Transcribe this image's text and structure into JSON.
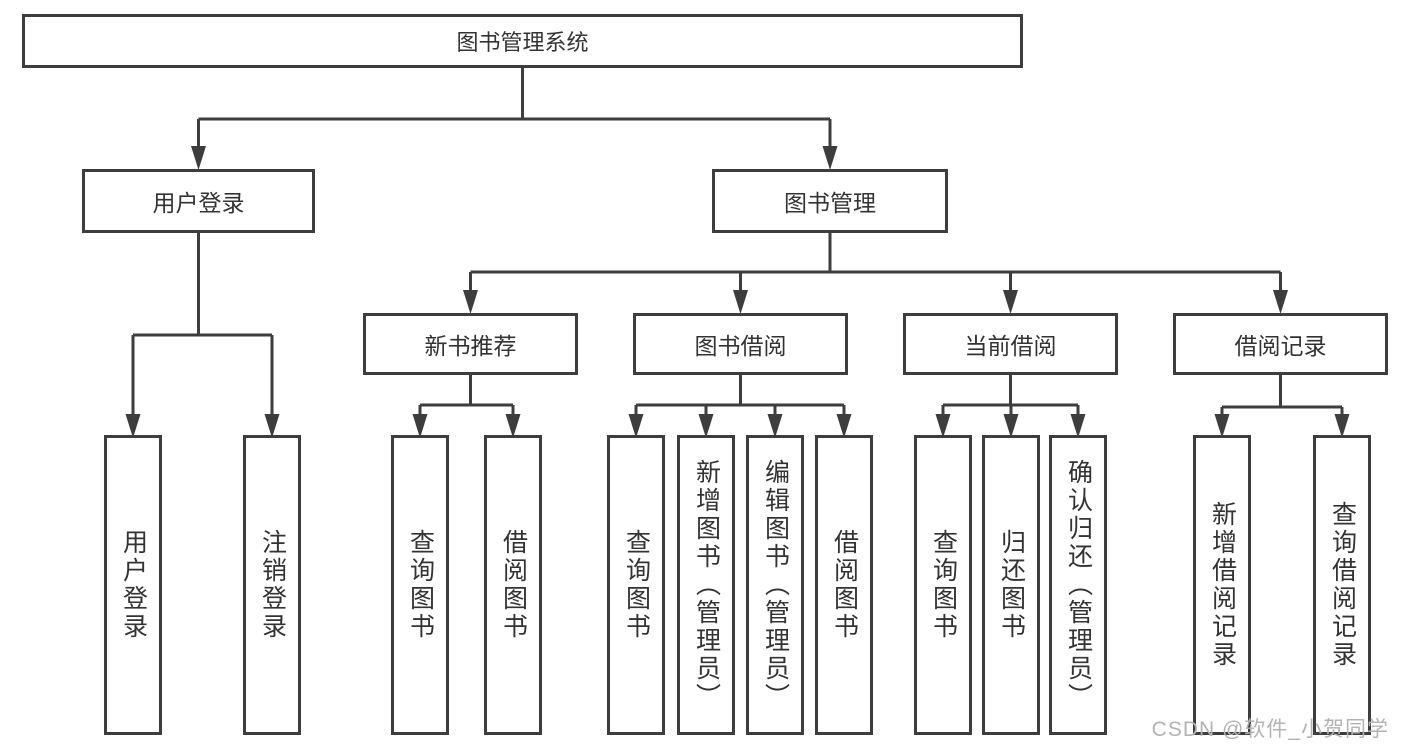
{
  "tree": {
    "root_label": "图书管理系统",
    "children": [
      {
        "label": "用户登录",
        "children": [
          {
            "label": "用户登录"
          },
          {
            "label": "注销登录"
          }
        ]
      },
      {
        "label": "图书管理",
        "children": [
          {
            "label": "新书推荐",
            "children": [
              {
                "label": "查询图书"
              },
              {
                "label": "借阅图书"
              }
            ]
          },
          {
            "label": "图书借阅",
            "children": [
              {
                "label": "查询图书"
              },
              {
                "label": "新增图书（管理员）"
              },
              {
                "label": "编辑图书（管理员）"
              },
              {
                "label": "借阅图书"
              }
            ]
          },
          {
            "label": "当前借阅",
            "children": [
              {
                "label": "查询图书"
              },
              {
                "label": "归还图书"
              },
              {
                "label": "确认归还（管理员）"
              }
            ]
          },
          {
            "label": "借阅记录",
            "children": [
              {
                "label": "新增借阅记录"
              },
              {
                "label": "查询借阅记录"
              }
            ]
          }
        ]
      }
    ]
  },
  "watermark": "CSDN @软件_小贺同学",
  "colors": {
    "line": "#3d3d3d",
    "text": "#333333",
    "watermark": "#b3b3b3",
    "background": "#ffffff"
  }
}
